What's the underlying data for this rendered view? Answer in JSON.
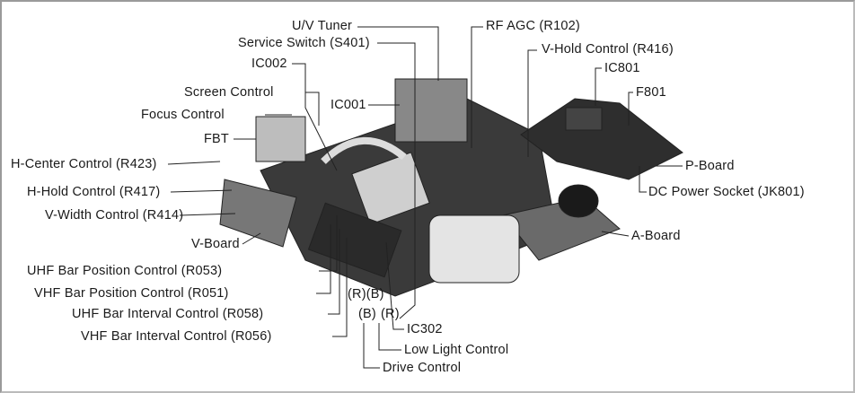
{
  "labels": [
    "U/V Tuner",
    "Service Switch (S401)",
    "RF AGC (R102)",
    "V-Hold Control (R416)",
    "IC002",
    "IC801",
    "F801",
    "Screen Control",
    "IC001",
    "Focus Control",
    "FBT",
    "H-Center Control (R423)",
    "P-Board",
    "H-Hold Control (R417)",
    "DC Power Socket (JK801)",
    "V-Width Control (R414)",
    "V-Board",
    "A-Board",
    "UHF Bar Position Control (R053)",
    "VHF Bar Position Control (R051)",
    "(R)(B)",
    "UHF Bar Interval Control (R058)",
    "(B)",
    "(R)",
    "IC302",
    "VHF Bar Interval Control (R056)",
    "Low Light Control",
    "Drive Control"
  ]
}
